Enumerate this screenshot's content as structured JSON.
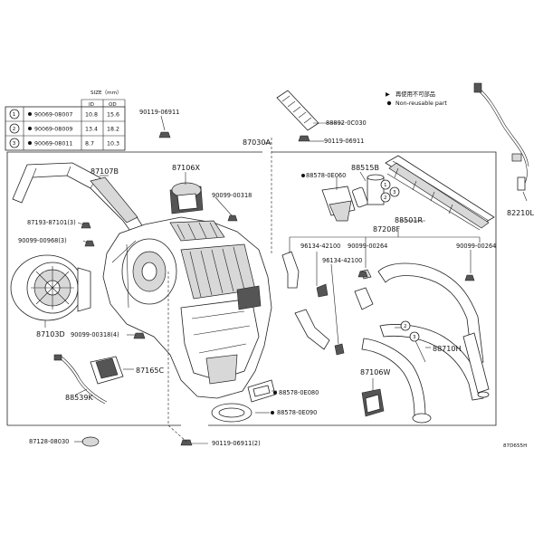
{
  "legend_table": {
    "header_size": "SIZE（mm）",
    "col_id": "ID",
    "col_od": "OD",
    "rows": [
      {
        "index": "1",
        "part": "90069-08007",
        "id": "10.8",
        "od": "15.6"
      },
      {
        "index": "2",
        "part": "90069-08009",
        "id": "13.4",
        "od": "18.2"
      },
      {
        "index": "3",
        "part": "90069-08011",
        "id": "8.7",
        "od": "10.3"
      }
    ]
  },
  "notes": {
    "star_jp": "再使用不可部品",
    "dot_en": "Non-reusable part"
  },
  "labels": {
    "l_90119_06911_a": "90119-06911",
    "l_88892": "88892-0C030",
    "l_90119_06911_b": "90119-06911",
    "l_87030A": "87030A",
    "l_87107B": "87107B",
    "l_87106X": "87106X",
    "l_90099_00318": "90099-00318",
    "l_88578_0E060": "88578-0E060",
    "l_88515B": "88515B",
    "l_88501R": "88501R",
    "l_87208F": "87208F",
    "l_87193": "87193-87101(3)",
    "l_90099_00968": "90099-00968(3)",
    "l_96134_a": "96134-42100",
    "l_90099_00264_a": "90099-00264",
    "l_90099_00264_b": "90099-00264",
    "l_96134_b": "96134-42100",
    "l_87103D": "87103D",
    "l_90099_00318_4": "90099-00318(4)",
    "l_87165C": "87165C",
    "l_88539K": "88539K",
    "l_87710H": "88710H",
    "l_87106W": "87106W",
    "l_88578_0E080": "88578-0E080",
    "l_88578_0E090": "88578-0E090",
    "l_87128": "87128-08030",
    "l_90119_06911_2": "90119-06911(2)",
    "l_82210L": "82210L",
    "callout_1": "1",
    "callout_2": "2",
    "callout_3": "3",
    "callout_2b": "2",
    "callout_3b": "3",
    "corner_code": "87D655H"
  }
}
